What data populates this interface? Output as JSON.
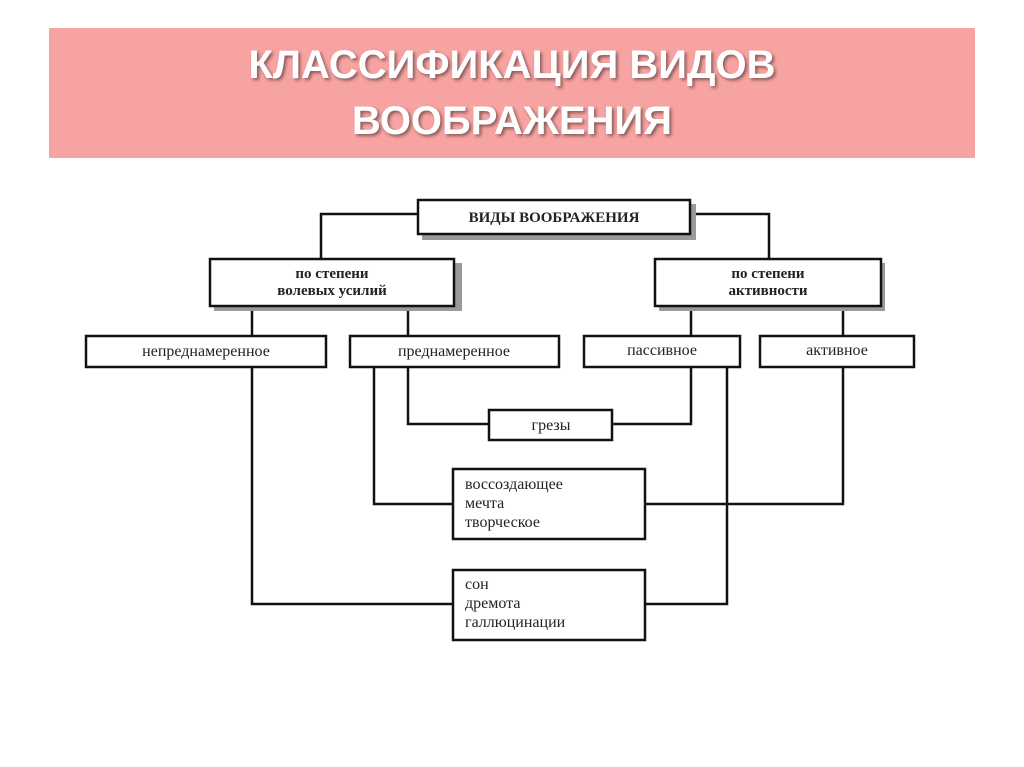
{
  "colors": {
    "title_bar": "#f7a3a1",
    "title_text": "#ffffff",
    "box_border": "#111111"
  },
  "title": "КЛАССИФИКАЦИЯ ВИДОВ\nВООБРАЖЕНИЯ",
  "diagram": {
    "root": "ВИДЫ ВООБРАЖЕНИЯ",
    "by_will": "по степени\nволевых усилий",
    "by_activity": "по степени\nактивности",
    "unintentional": "непреднамеренное",
    "intentional": "преднамеренное",
    "passive": "пассивное",
    "active": "активное",
    "daydreams": "грезы",
    "creative_group": "воссоздающее\nмечта\nтворческое",
    "sleep_group": "сон\nдремота\nгаллюцинации"
  }
}
